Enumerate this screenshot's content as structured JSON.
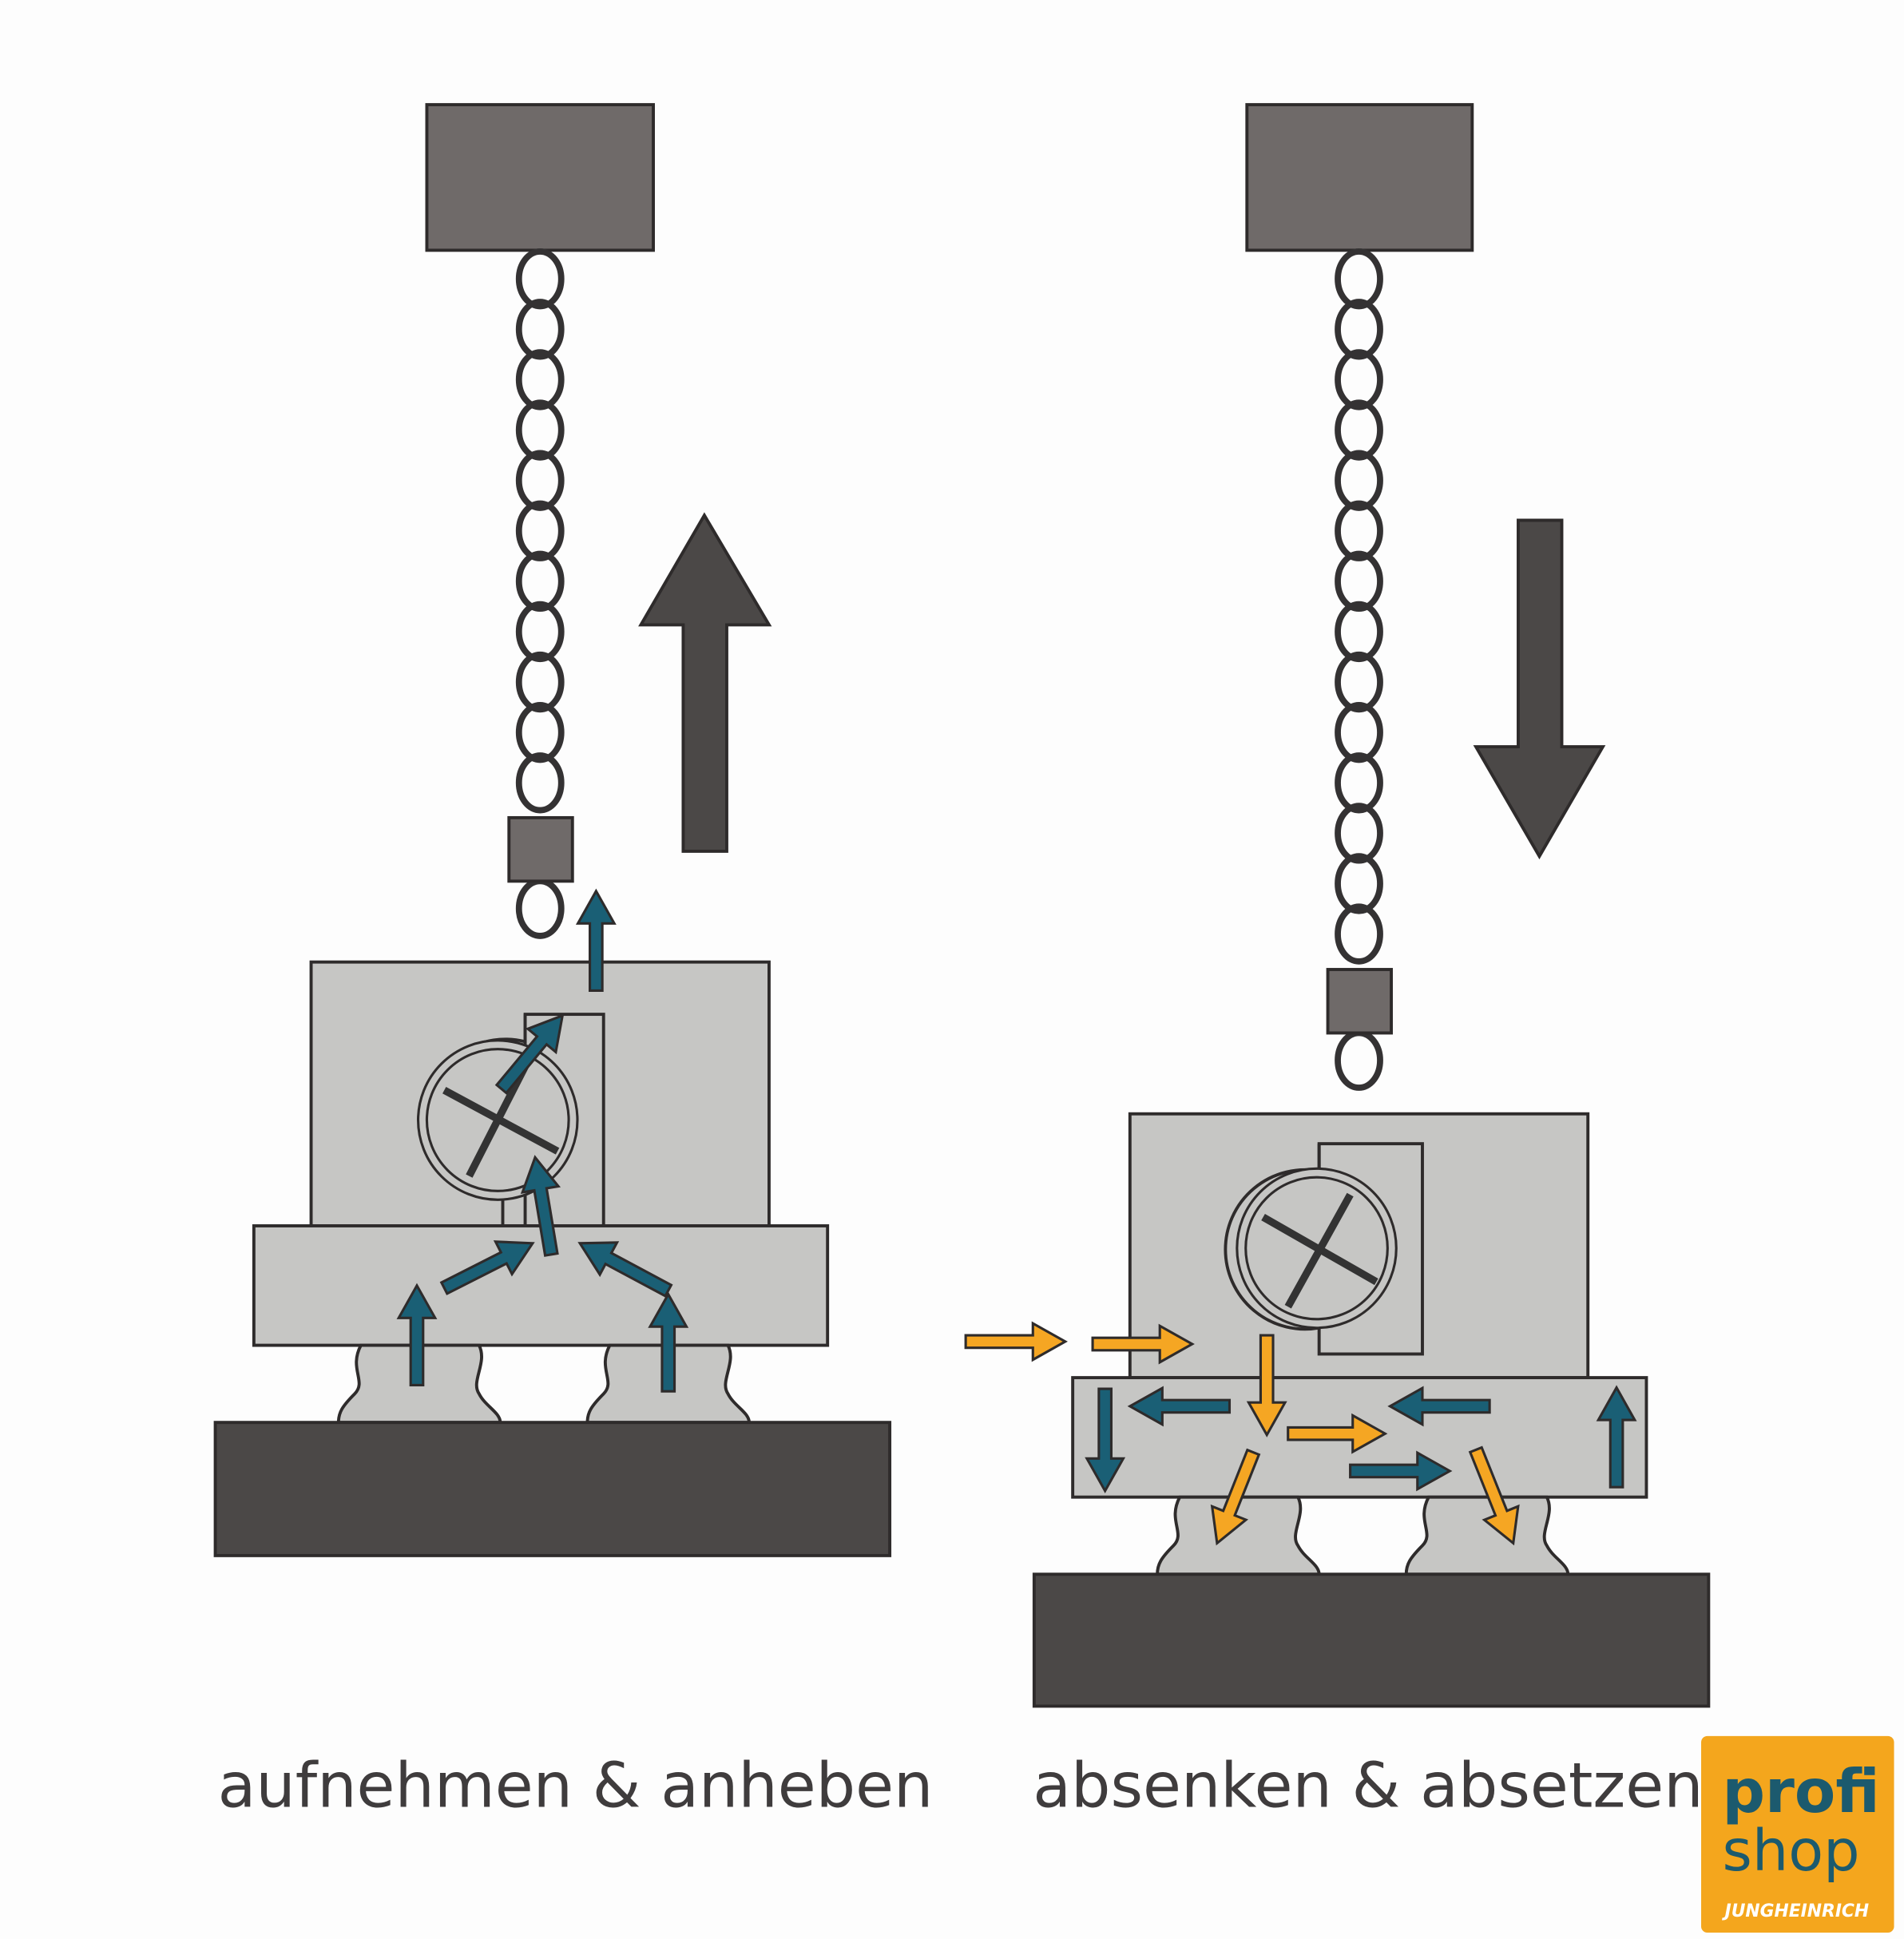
{
  "captions": {
    "left": "aufnehmen & anheben",
    "right": "absenken & absetzen"
  },
  "logo": {
    "line1": "profi",
    "line2": "shop",
    "brand": "JUNGHEINRICH"
  },
  "colors": {
    "air_in": "#1a5f75",
    "air_out": "#f5a623",
    "logo_bg": "#f4a61d",
    "logo_text": "#1c5a6e"
  }
}
